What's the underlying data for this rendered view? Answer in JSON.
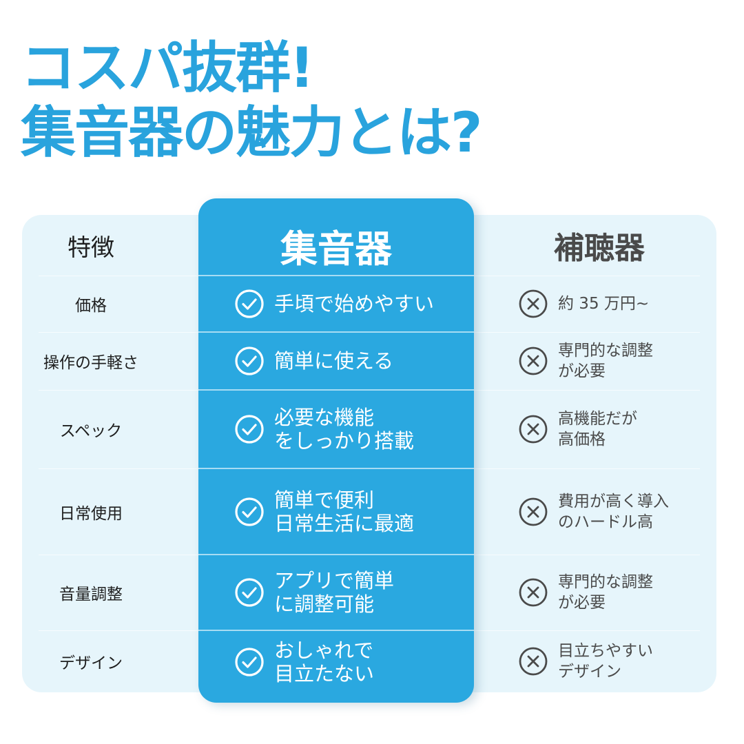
{
  "title": {
    "line1": "コスパ抜群!",
    "line2": "集音器の魅力とは?"
  },
  "colors": {
    "accent_blue": "#2aa8e0",
    "title_blue": "#29a3dd",
    "panel_bg": "#e6f5fb",
    "neg_text": "#4a4a4a"
  },
  "table": {
    "headers": {
      "feature": "特徴",
      "product": "集音器",
      "competitor": "補聴器"
    },
    "rows": [
      {
        "feature": "価格",
        "product": "手頃で始めやすい",
        "product_icon": "check-circle-icon",
        "competitor": "約 35 万円~",
        "competitor_icon": "x-circle-icon"
      },
      {
        "feature": "操作の手軽さ",
        "product": "簡単に使える",
        "product_icon": "check-circle-icon",
        "competitor": "専門的な調整\nが必要",
        "competitor_icon": "x-circle-icon"
      },
      {
        "feature": "スペック",
        "product": "必要な機能\nをしっかり搭載",
        "product_icon": "check-circle-icon",
        "competitor": "高機能だが\n高価格",
        "competitor_icon": "x-circle-icon"
      },
      {
        "feature": "日常使用",
        "product": "簡単で便利\n日常生活に最適",
        "product_icon": "check-circle-icon",
        "competitor": "費用が高く導入\nのハードル高",
        "competitor_icon": "x-circle-icon"
      },
      {
        "feature": "音量調整",
        "product": "アプリで簡単\nに調整可能",
        "product_icon": "check-circle-icon",
        "competitor": "専門的な調整\nが必要",
        "competitor_icon": "x-circle-icon"
      },
      {
        "feature": "デザイン",
        "product": "おしゃれで\n目立たない",
        "product_icon": "check-circle-icon",
        "competitor": "目立ちやすい\nデザイン",
        "competitor_icon": "x-circle-icon"
      }
    ]
  }
}
